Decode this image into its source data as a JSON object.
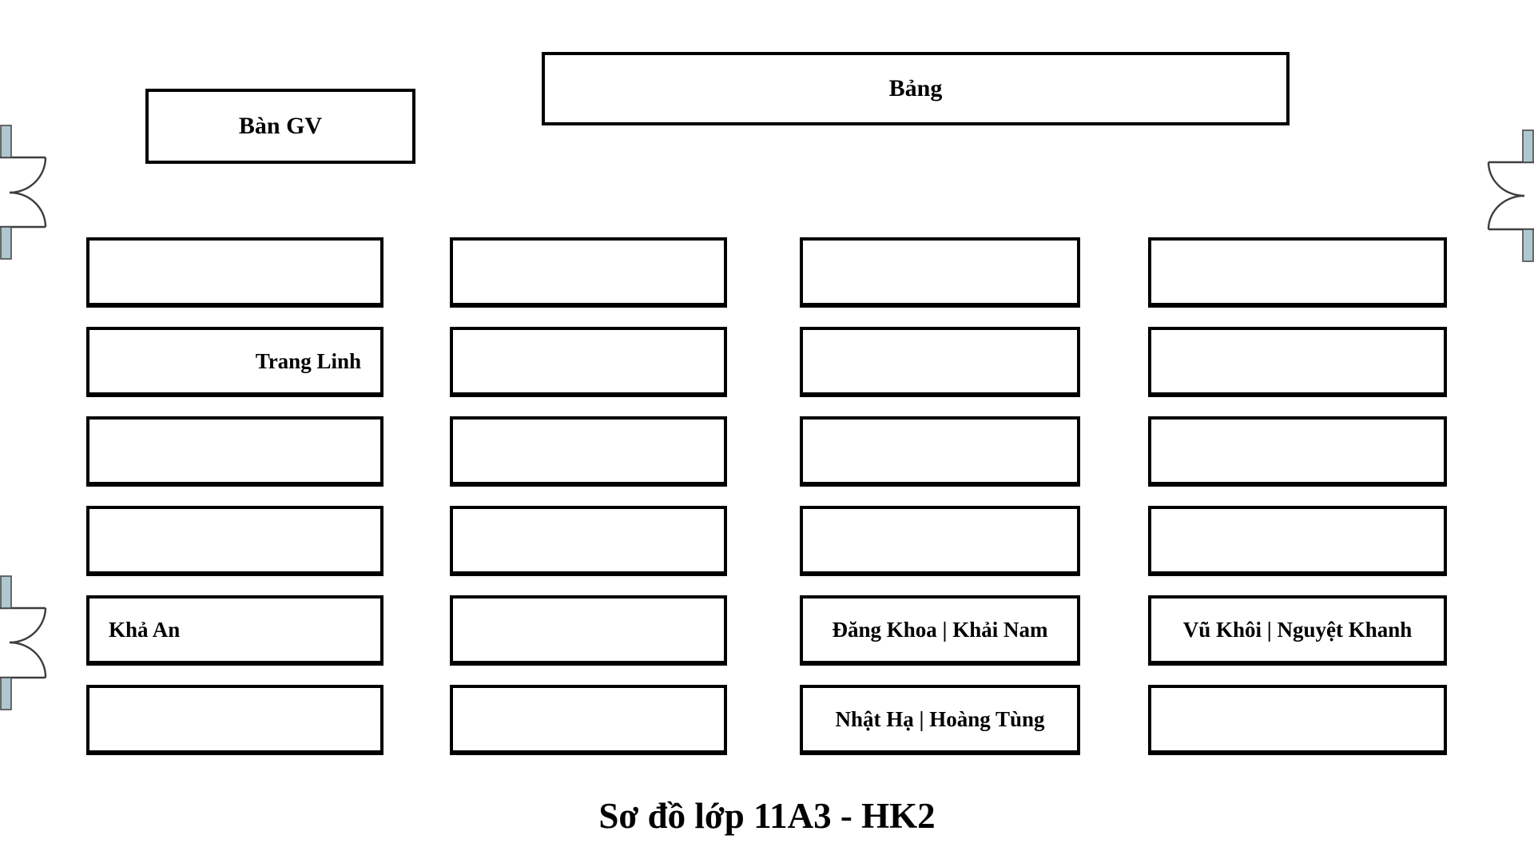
{
  "title": "Sơ đồ lớp 11A3 - HK2",
  "teacher_desk": {
    "label": "Bàn GV"
  },
  "board": {
    "label": "Bảng"
  },
  "grid": {
    "columns": 4,
    "rows": 6,
    "seats": [
      {
        "row": 1,
        "col": 1,
        "label": "",
        "align": "center"
      },
      {
        "row": 1,
        "col": 2,
        "label": "",
        "align": "center"
      },
      {
        "row": 1,
        "col": 3,
        "label": "",
        "align": "center"
      },
      {
        "row": 1,
        "col": 4,
        "label": "",
        "align": "center"
      },
      {
        "row": 2,
        "col": 1,
        "label": "Trang Linh",
        "align": "right"
      },
      {
        "row": 2,
        "col": 2,
        "label": "",
        "align": "center"
      },
      {
        "row": 2,
        "col": 3,
        "label": "",
        "align": "center"
      },
      {
        "row": 2,
        "col": 4,
        "label": "",
        "align": "center"
      },
      {
        "row": 3,
        "col": 1,
        "label": "",
        "align": "center"
      },
      {
        "row": 3,
        "col": 2,
        "label": "",
        "align": "center"
      },
      {
        "row": 3,
        "col": 3,
        "label": "",
        "align": "center"
      },
      {
        "row": 3,
        "col": 4,
        "label": "",
        "align": "center"
      },
      {
        "row": 4,
        "col": 1,
        "label": "",
        "align": "center"
      },
      {
        "row": 4,
        "col": 2,
        "label": "",
        "align": "center"
      },
      {
        "row": 4,
        "col": 3,
        "label": "",
        "align": "center"
      },
      {
        "row": 4,
        "col": 4,
        "label": "",
        "align": "center"
      },
      {
        "row": 5,
        "col": 1,
        "label": "Khả An",
        "align": "left"
      },
      {
        "row": 5,
        "col": 2,
        "label": "",
        "align": "center"
      },
      {
        "row": 5,
        "col": 3,
        "label": "Đăng Khoa | Khải Nam",
        "align": "center"
      },
      {
        "row": 5,
        "col": 4,
        "label": "Vũ Khôi | Nguyệt Khanh",
        "align": "center"
      },
      {
        "row": 6,
        "col": 1,
        "label": "",
        "align": "center"
      },
      {
        "row": 6,
        "col": 2,
        "label": "",
        "align": "center"
      },
      {
        "row": 6,
        "col": 3,
        "label": "Nhật Hạ | Hoàng Tùng",
        "align": "center"
      },
      {
        "row": 6,
        "col": 4,
        "label": "",
        "align": "center"
      }
    ]
  },
  "doors": {
    "count": 3,
    "leaf_fill_color": "#adc8d1",
    "line_color": "#3d3d3d",
    "items": [
      {
        "side": "left",
        "position": "top"
      },
      {
        "side": "left",
        "position": "lower-middle"
      },
      {
        "side": "right",
        "position": "top"
      }
    ]
  },
  "colors": {
    "background": "#ffffff",
    "box_border": "#000000",
    "text": "#000000"
  }
}
